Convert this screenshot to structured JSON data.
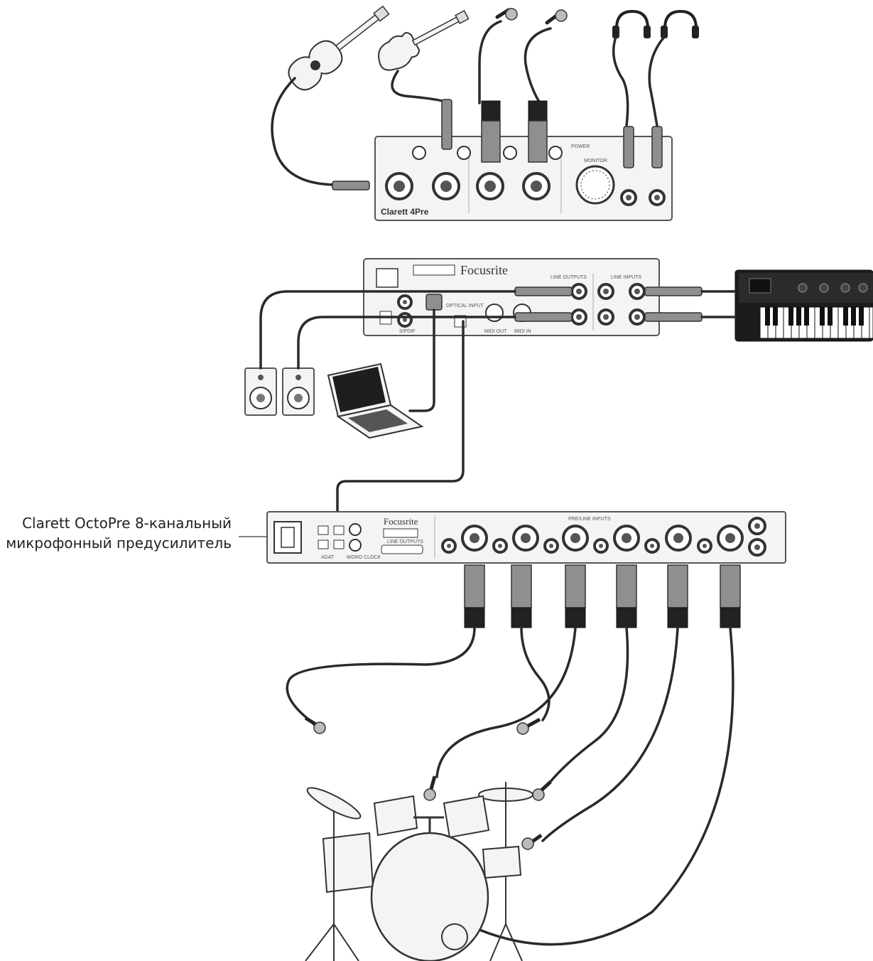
{
  "callout": {
    "line1": "Clarett OctoPre 8-канальный",
    "line2": "микрофонный предусилитель"
  },
  "devices": {
    "interface_front": {
      "model_label": "Clarett 4Pre",
      "monitor_label": "MONITOR",
      "power_label": "POWER"
    },
    "interface_rear": {
      "brand": "Focusrite",
      "line_outputs_label": "LINE OUTPUTS",
      "line_inputs_label": "LINE INPUTS",
      "optical_label": "OPTICAL INPUT",
      "spdif_label": "S/PDIF",
      "midi_out_label": "MIDI OUT",
      "midi_in_label": "MIDI IN"
    },
    "octopre": {
      "brand": "Focusrite",
      "inputs_label": "PRE/LINE INPUTS",
      "adat_label": "ADAT",
      "clock_label": "WORD CLOCK",
      "line_outputs_label": "LINE OUTPUTS"
    }
  },
  "colors": {
    "line": "#2a2a2a",
    "device_fill": "#f4f4f4",
    "connector": "#8f8f8f"
  }
}
